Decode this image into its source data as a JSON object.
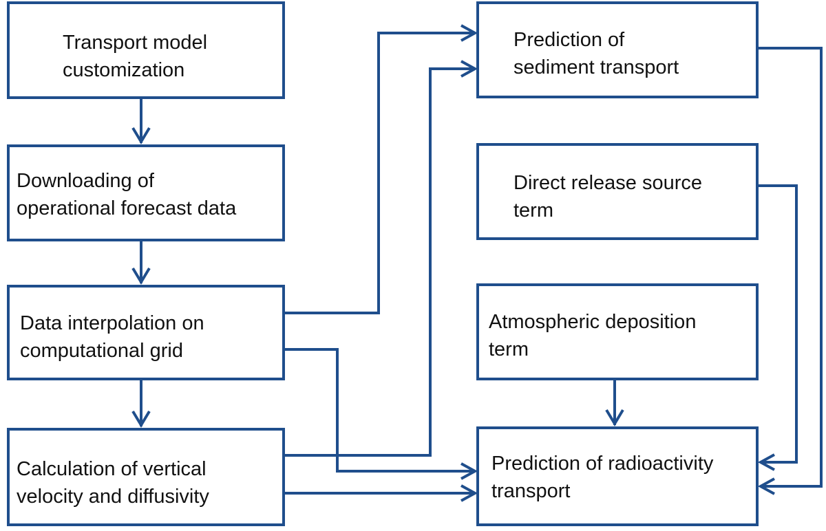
{
  "diagram": {
    "colors": {
      "stroke": "#1f4e8c",
      "text": "#111111",
      "background": "#ffffff"
    },
    "boxes": {
      "transport_model": {
        "line1": "Transport model",
        "line2": "customization"
      },
      "downloading": {
        "line1": "Downloading of",
        "line2": "operational forecast data"
      },
      "interpolation": {
        "line1": "Data interpolation on",
        "line2": "computational grid"
      },
      "calculation": {
        "line1": "Calculation of vertical",
        "line2": "velocity and diffusivity"
      },
      "sediment": {
        "line1": "Prediction of",
        "line2": "sediment transport"
      },
      "direct_release": {
        "line1": "Direct release source",
        "line2": "term"
      },
      "atmospheric": {
        "line1": "Atmospheric deposition",
        "line2": "term"
      },
      "radioactivity": {
        "line1": "Prediction of radioactivity",
        "line2": "transport"
      }
    },
    "connectors": [
      {
        "from": "transport_model",
        "to": "downloading"
      },
      {
        "from": "downloading",
        "to": "interpolation"
      },
      {
        "from": "interpolation",
        "to": "calculation"
      },
      {
        "from": "interpolation",
        "to": "sediment"
      },
      {
        "from": "calculation",
        "to": "sediment"
      },
      {
        "from": "interpolation",
        "to": "radioactivity"
      },
      {
        "from": "calculation",
        "to": "radioactivity"
      },
      {
        "from": "atmospheric",
        "to": "radioactivity"
      },
      {
        "from": "direct_release",
        "to": "radioactivity"
      },
      {
        "from": "sediment",
        "to": "radioactivity"
      }
    ]
  }
}
